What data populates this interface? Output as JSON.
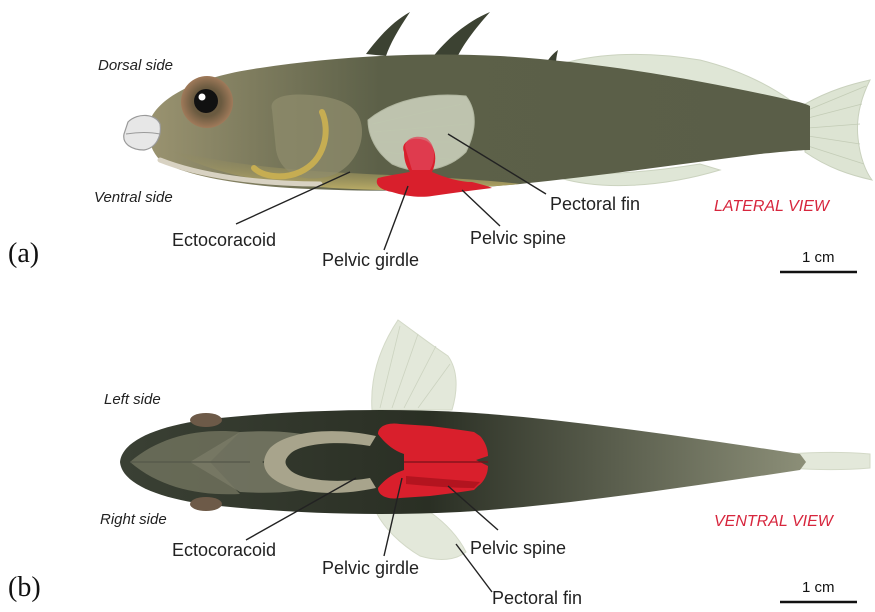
{
  "panel_a": {
    "tag": "(a)",
    "dorsal_side": "Dorsal side",
    "ventral_side": "Ventral side",
    "view": "LATERAL VIEW",
    "labels": {
      "pectoral_fin": "Pectoral fin",
      "pelvic_spine": "Pelvic spine",
      "ectocoracoid": "Ectocoracoid",
      "pelvic_girdle": "Pelvic girdle"
    },
    "scale_bar": "1 cm"
  },
  "panel_b": {
    "tag": "(b)",
    "left_side": "Left side",
    "right_side": "Right side",
    "view": "VENTRAL VIEW",
    "labels": {
      "ectocoracoid": "Ectocoracoid",
      "pelvic_spine": "Pelvic spine",
      "pelvic_girdle": "Pelvic girdle",
      "pectoral_fin": "Pectoral fin"
    },
    "scale_bar": "1 cm"
  },
  "colors": {
    "body_dark": "#3f4636",
    "body_light": "#8e8e68",
    "pelvic_red": "#d91f2c",
    "fin": "#dfe6d6",
    "view_label": "#d7263d"
  }
}
